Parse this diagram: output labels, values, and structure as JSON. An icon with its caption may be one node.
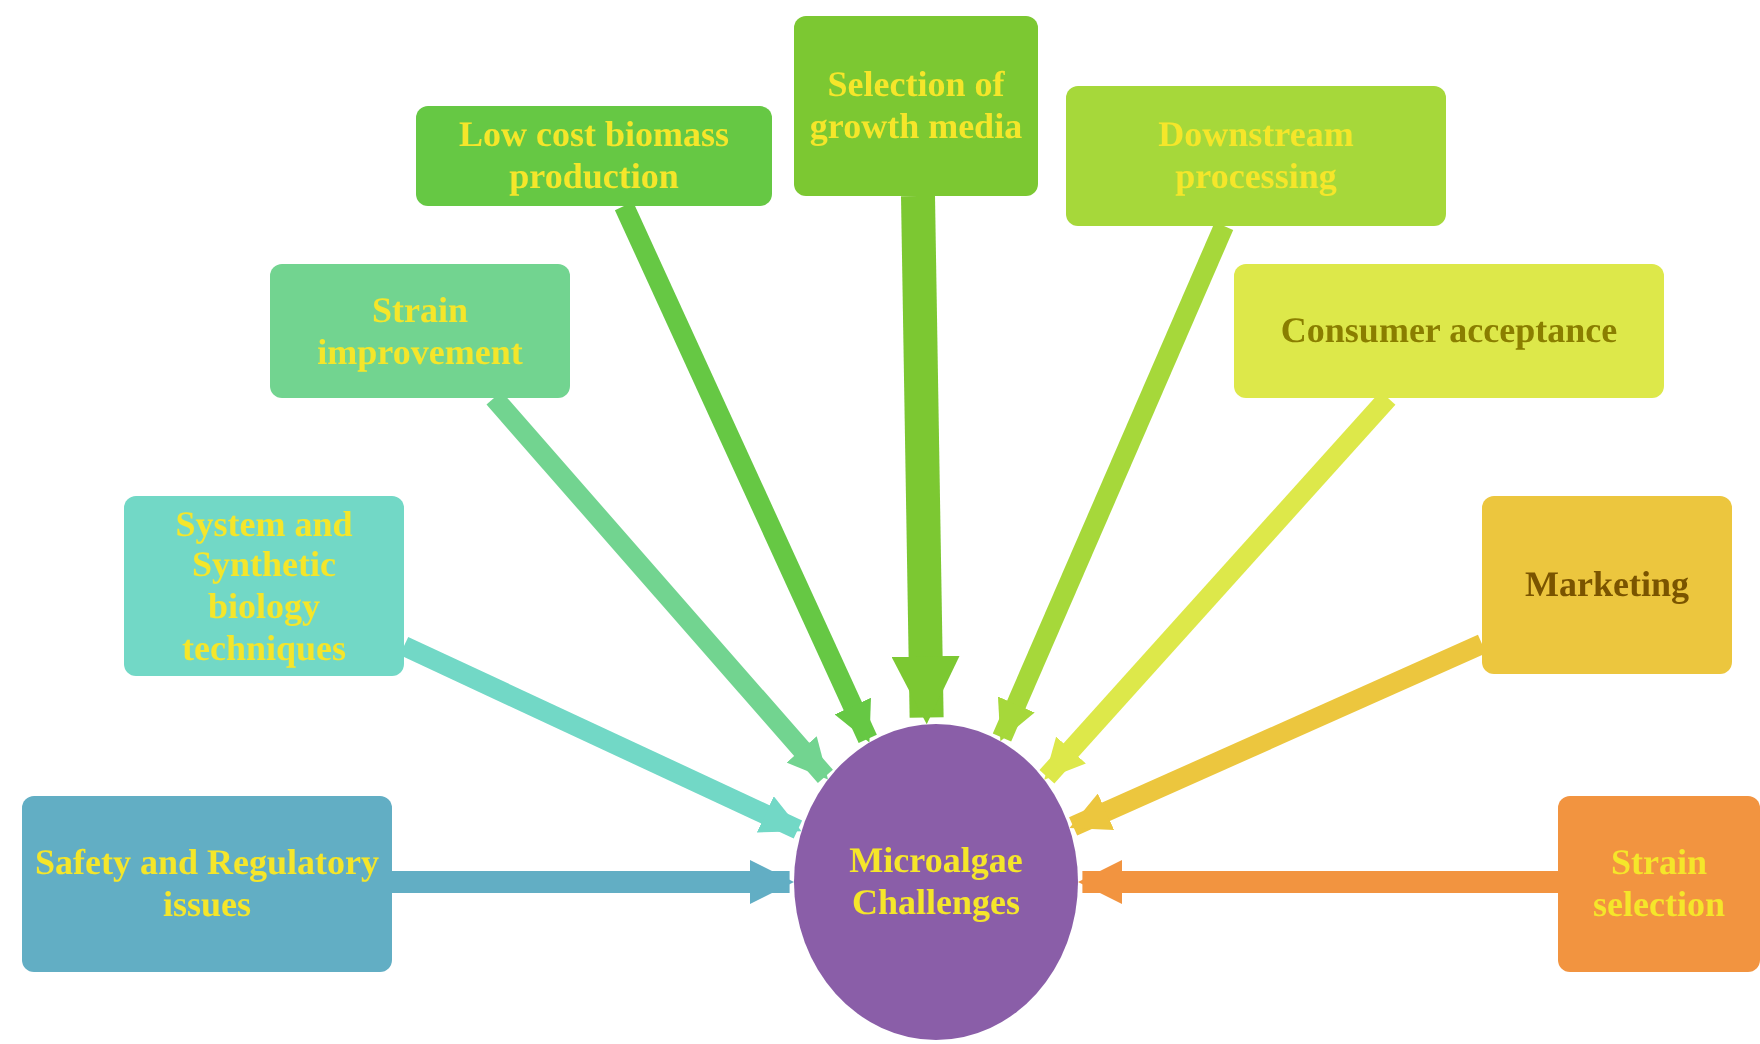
{
  "diagram": {
    "nodes": [
      {
        "text": [
          "Selection of growth media"
        ]
      },
      {
        "text": [
          "Low cost biomass production"
        ]
      },
      {
        "text": [
          "Downstream processing"
        ]
      },
      {
        "text": [
          "Strain improvement"
        ]
      },
      {
        "text": [
          "Consumer acceptance"
        ]
      },
      {
        "text": [
          "System and Synthetic biology techniques"
        ]
      },
      {
        "text": [
          "Marketing"
        ]
      },
      {
        "text": [
          "Safety and Regulatory issues"
        ]
      },
      {
        "text": [
          "Microalgae Challenges"
        ]
      },
      {
        "text": [
          "Strain selection"
        ]
      }
    ],
    "edges": [
      {
        "from": 0,
        "to": 8,
        "arrow": "to",
        "color": "#7cc832"
      },
      {
        "from": 1,
        "to": 8,
        "arrow": "to",
        "color": "#66c844"
      },
      {
        "from": 2,
        "to": 8,
        "arrow": "to",
        "color": "#a6d83a"
      },
      {
        "from": 3,
        "to": 8,
        "arrow": "to",
        "color": "#72d490"
      },
      {
        "from": 4,
        "to": 8,
        "arrow": "to",
        "color": "#dde84a"
      },
      {
        "from": 5,
        "to": 8,
        "arrow": "to",
        "color": "#72d8c6"
      },
      {
        "from": 6,
        "to": 8,
        "arrow": "to",
        "color": "#ecc63e"
      },
      {
        "from": 7,
        "to": 8,
        "arrow": "to",
        "color": "#62aec4"
      },
      {
        "from": 9,
        "to": 8,
        "arrow": "to",
        "color": "#f29440"
      }
    ]
  }
}
